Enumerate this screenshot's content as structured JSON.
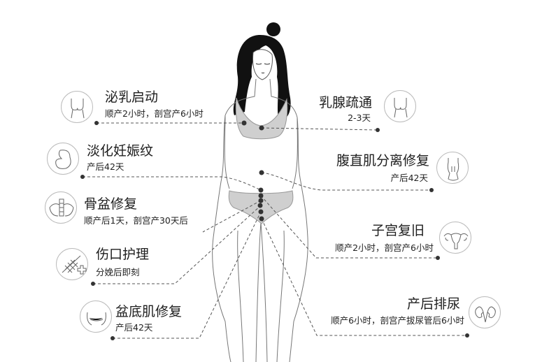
{
  "items": [
    {
      "id": "lactation",
      "title": "泌乳启动",
      "subtitle": "顺产2小时，剖宫产6小时",
      "icon": "breast-icon"
    },
    {
      "id": "stretch-marks",
      "title": "淡化妊娠纹",
      "subtitle": "产后42天",
      "icon": "belly-icon"
    },
    {
      "id": "pelvis",
      "title": "骨盆修复",
      "subtitle": "顺产后1天，剖宫产30天后",
      "icon": "pelvis-icon"
    },
    {
      "id": "wound",
      "title": "伤口护理",
      "subtitle": "分娩后即刻",
      "icon": "wound-suture-icon"
    },
    {
      "id": "pelvic-floor",
      "title": "盆底肌修复",
      "subtitle": "产后42天",
      "icon": "pelvic-floor-icon"
    },
    {
      "id": "breast-duct",
      "title": "乳腺疏通",
      "subtitle": "2-3天",
      "icon": "breast-icon"
    },
    {
      "id": "diastasis",
      "title": "腹直肌分离修复",
      "subtitle": "产后42天",
      "icon": "torso-icon"
    },
    {
      "id": "uterus",
      "title": "子宫复旧",
      "subtitle": "顺产2小时，剖宫产6小时",
      "icon": "uterus-icon"
    },
    {
      "id": "urination",
      "title": "产后排尿",
      "subtitle": "顺产6小时，剖宫产拔尿管后6小时",
      "icon": "kidney-icon"
    }
  ],
  "colors": {
    "line": "#555555",
    "dot": "#333333",
    "garment": "#cfcfcf",
    "hair": "#111111"
  }
}
